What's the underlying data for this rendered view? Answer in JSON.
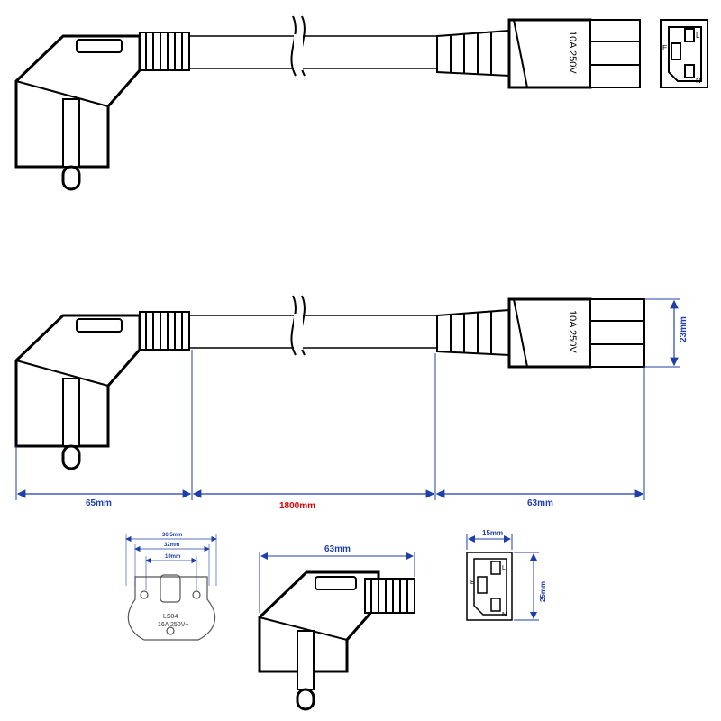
{
  "connector": {
    "rating_text": "10A  250V",
    "pin_labels": {
      "earth": "E",
      "live": "L",
      "neutral": "N"
    }
  },
  "dimensions": {
    "plug_length": "65mm",
    "cable_length": "1800mm",
    "connector_length": "63mm",
    "connector_height": "23mm",
    "plug_body_width": "63mm",
    "connector_face_width": "15mm",
    "connector_face_height": "25mm"
  },
  "plug_face": {
    "outer_width": "36.5mm",
    "contact_span": "32mm",
    "pin_spacing": "19mm",
    "model": "LS04",
    "rating": "16A 250V~"
  },
  "colors": {
    "dimension_lines": "#1f3fa8",
    "cable_length_highlight": "#e00000",
    "outline": "#000000"
  }
}
